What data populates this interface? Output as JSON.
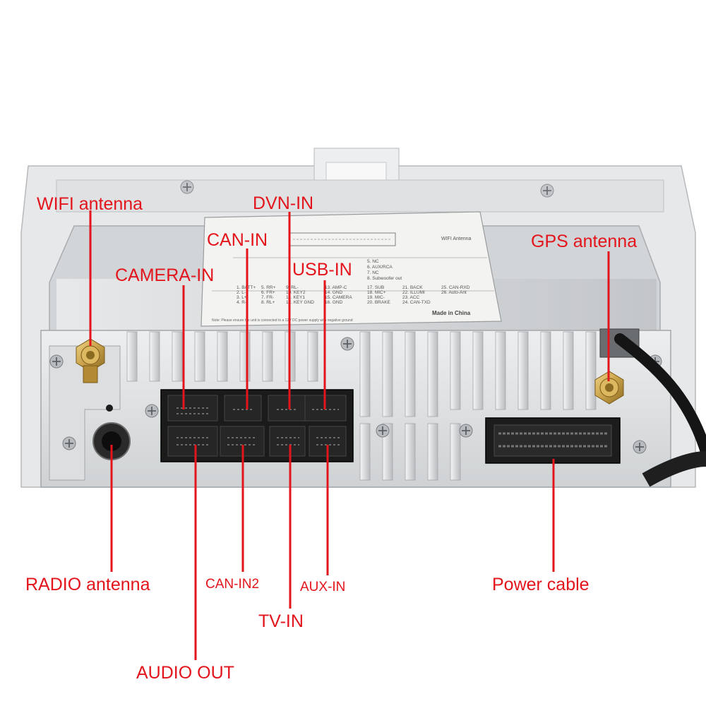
{
  "labels": {
    "wifi": "WIFI antenna",
    "dvn": "DVN-IN",
    "can": "CAN-IN",
    "gps": "GPS antenna",
    "camera": "CAMERA-IN",
    "usb": "USB-IN",
    "radio": "RADIO antenna",
    "can2": "CAN-IN2",
    "aux": "AUX-IN",
    "power": "Power cable",
    "tv": "TV-IN",
    "audio": "AUDIO OUT"
  },
  "sticker": {
    "header": "WIFI Antenna",
    "pins_left": [
      "1. BATT+",
      "2. L-",
      "3. L+",
      "4. R-",
      "5. RR+",
      "6. FR+",
      "7. FR-",
      "8. RL+"
    ],
    "pins_mid": [
      "9. RL-",
      "10. KEY2",
      "11. KEY1",
      "12. KEY GND",
      "13. AMP-C",
      "14. GND",
      "15. CAMERA",
      "16. GND"
    ],
    "pins_right": [
      "17. SUB",
      "18. MIC+",
      "19. MIC-",
      "20. BRAKE",
      "21. BACK",
      "22. ILLUMI",
      "23. ACC",
      "24. CAN-TXD",
      "25. CAN-RXD",
      "26. Auto-Ant"
    ],
    "top_right": [
      "5. NC",
      "6. AUX/RCA",
      "7. NC",
      "8. Subwoofer out"
    ],
    "made_in": "Made in China",
    "note": "Note: Please ensure the unit is connected to a 12V DC power supply with negative ground"
  },
  "colors": {
    "callout": "#e3141b",
    "chassis": "#d7d9db",
    "connector": "#1e1e1e",
    "brass": "#c9a24a"
  }
}
